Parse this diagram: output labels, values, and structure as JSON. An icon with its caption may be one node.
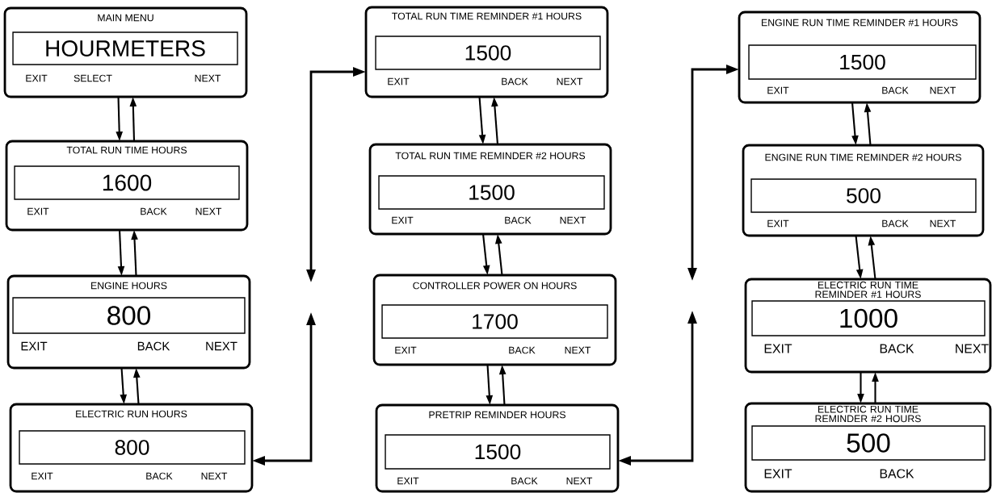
{
  "diagram": {
    "nodes": [
      {
        "text": [
          "MAIN MENU",
          "EXIT",
          "SELECT",
          "NEXT"
        ]
      },
      {
        "text": [
          "HOURMETERS"
        ],
        "in": 0
      },
      {
        "text": [
          "TOTAL RUN TIME HOURS",
          "EXIT",
          "BACK",
          "NEXT"
        ]
      },
      {
        "text": [
          "1600"
        ],
        "in": 2
      },
      {
        "text": [
          "ENGINE HOURS",
          "EXIT",
          "BACK",
          "NEXT"
        ]
      },
      {
        "text": [
          "800"
        ],
        "in": 4
      },
      {
        "text": [
          "ELECTRIC RUN HOURS",
          "EXIT",
          "BACK",
          "NEXT"
        ]
      },
      {
        "text": [
          "800"
        ],
        "in": 6
      },
      {
        "text": [
          "TOTAL RUN TIME REMINDER #1 HOURS",
          "EXIT",
          "BACK",
          "NEXT"
        ]
      },
      {
        "text": [
          "1500"
        ],
        "in": 8
      },
      {
        "text": [
          "TOTAL RUN TIME REMINDER #2 HOURS",
          "EXIT",
          "BACK",
          "NEXT"
        ]
      },
      {
        "text": [
          "1500"
        ],
        "in": 10
      },
      {
        "text": [
          "CONTROLLER POWER ON HOURS",
          "EXIT",
          "BACK",
          "NEXT"
        ]
      },
      {
        "text": [
          "1700"
        ],
        "in": 12
      },
      {
        "text": [
          "PRETRIP REMINDER HOURS",
          "EXIT",
          "BACK",
          "NEXT"
        ]
      },
      {
        "text": [
          "1500"
        ],
        "in": 14
      },
      {
        "text": [
          "ENGINE RUN TIME REMINDER #1 HOURS",
          "EXIT",
          "BACK",
          "NEXT"
        ]
      },
      {
        "text": [
          "1500"
        ],
        "in": 16
      },
      {
        "text": [
          "ENGINE RUN TIME REMINDER #2 HOURS",
          "EXIT",
          "BACK",
          "NEXT"
        ]
      },
      {
        "text": [
          "500"
        ],
        "in": 18
      },
      {
        "text": [
          "ELECTRIC RUN TIME REMINDER #1 HOURS",
          "EXIT",
          "BACK",
          "NEXT"
        ]
      },
      {
        "text": [
          "1000"
        ],
        "in": 20
      },
      {
        "text": [
          "ELECTRIC RUN TIME REMINDER #2 HOURS",
          "EXIT",
          "BACK"
        ]
      },
      {
        "text": [
          "500"
        ],
        "in": 22
      }
    ],
    "edges": [
      {
        "from": 0,
        "to": 2,
        "arrow": "to"
      },
      {
        "from": 2,
        "to": 0,
        "arrow": "to"
      },
      {
        "from": 2,
        "to": 4,
        "arrow": "to"
      },
      {
        "from": 4,
        "to": 2,
        "arrow": "to"
      },
      {
        "from": 4,
        "to": 6,
        "arrow": "to"
      },
      {
        "from": 6,
        "to": 4,
        "arrow": "to"
      },
      {
        "from": null,
        "to": 8,
        "arrow": "both"
      },
      {
        "from": null,
        "to": 6,
        "arrow": "both"
      },
      {
        "from": 8,
        "to": 10,
        "arrow": "to"
      },
      {
        "from": 10,
        "to": 8,
        "arrow": "to"
      },
      {
        "from": 10,
        "to": 12,
        "arrow": "to"
      },
      {
        "from": 12,
        "to": 10,
        "arrow": "to"
      },
      {
        "from": 12,
        "to": 14,
        "arrow": "to"
      },
      {
        "from": 14,
        "to": 12,
        "arrow": "to"
      },
      {
        "from": null,
        "to": 16,
        "arrow": "both"
      },
      {
        "from": null,
        "to": 14,
        "arrow": "both"
      },
      {
        "from": 16,
        "to": 18,
        "arrow": "to"
      },
      {
        "from": 18,
        "to": 16,
        "arrow": "to"
      },
      {
        "from": 18,
        "to": 20,
        "arrow": "to"
      },
      {
        "from": 20,
        "to": 18,
        "arrow": "to"
      },
      {
        "from": 20,
        "to": 22,
        "arrow": "to"
      },
      {
        "from": 22,
        "to": 20,
        "arrow": "to"
      }
    ]
  }
}
